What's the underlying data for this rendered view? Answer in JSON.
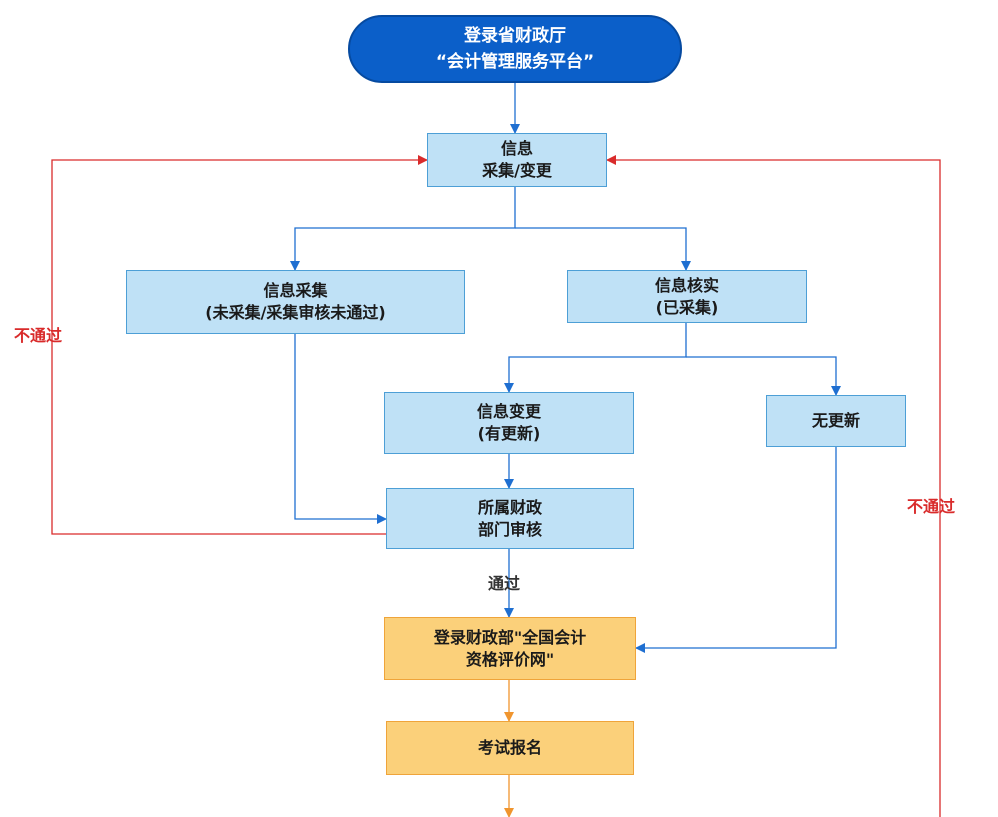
{
  "nodes": {
    "start": {
      "line1": "登录省财政厅",
      "line2": "“会计管理服务平台”"
    },
    "info_collect_change": {
      "line1": "信息",
      "line2": "采集/变更"
    },
    "info_collect": {
      "line1": "信息采集",
      "line2": "(未采集/采集审核未通过)"
    },
    "info_verify": {
      "line1": "信息核实",
      "line2": "(已采集)"
    },
    "info_change": {
      "line1": "信息变更",
      "line2": "(有更新)"
    },
    "no_update": {
      "line1": "无更新"
    },
    "dept_review": {
      "line1": "所属财政",
      "line2": "部门审核"
    },
    "mof_login": {
      "line1": "登录财政部\"全国会计",
      "line2": "资格评价网\""
    },
    "exam_register": {
      "line1": "考试报名"
    }
  },
  "edge_labels": {
    "not_passed_left": "不通过",
    "not_passed_right": "不通过",
    "passed": "通过"
  },
  "colors": {
    "blue_arrow": "#1f6fd1",
    "red_arrow": "#d92b2b",
    "orange_arrow": "#f0952e",
    "start_fill": "#0b5fc9",
    "box_fill": "#bfe1f6",
    "orange_fill": "#fbd07a"
  }
}
